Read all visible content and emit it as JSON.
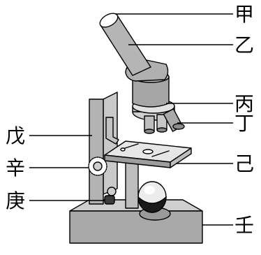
{
  "diagram": {
    "subject": "compound light microscope",
    "labels": {
      "jia": "甲",
      "yi": "乙",
      "bing": "丙",
      "ding": "丁",
      "wu": "戊",
      "ji": "己",
      "xin": "辛",
      "geng": "庚",
      "ren": "壬"
    }
  },
  "colors": {
    "outline": "#000000",
    "light_gray": "#dcdcdc",
    "mid_gray": "#b8b8b8",
    "dark_gray": "#8f8f8f",
    "darker_gray": "#6e6e6e",
    "background": "#ffffff"
  }
}
